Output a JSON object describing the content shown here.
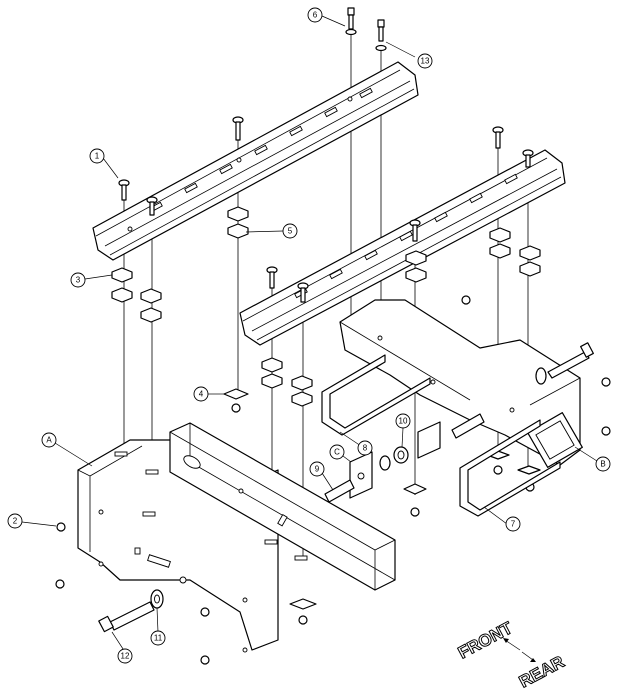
{
  "callouts": {
    "c1": "1",
    "c2": "2",
    "c3": "3",
    "c4": "4",
    "c5": "5",
    "c6": "6",
    "c7": "7",
    "c8": "8",
    "c9": "9",
    "c10": "10",
    "c11": "11",
    "c12": "12",
    "c13": "13",
    "cA": "A",
    "cB": "B",
    "cC": "C"
  },
  "compass": {
    "front": "FRONT",
    "rear": "REAR"
  }
}
